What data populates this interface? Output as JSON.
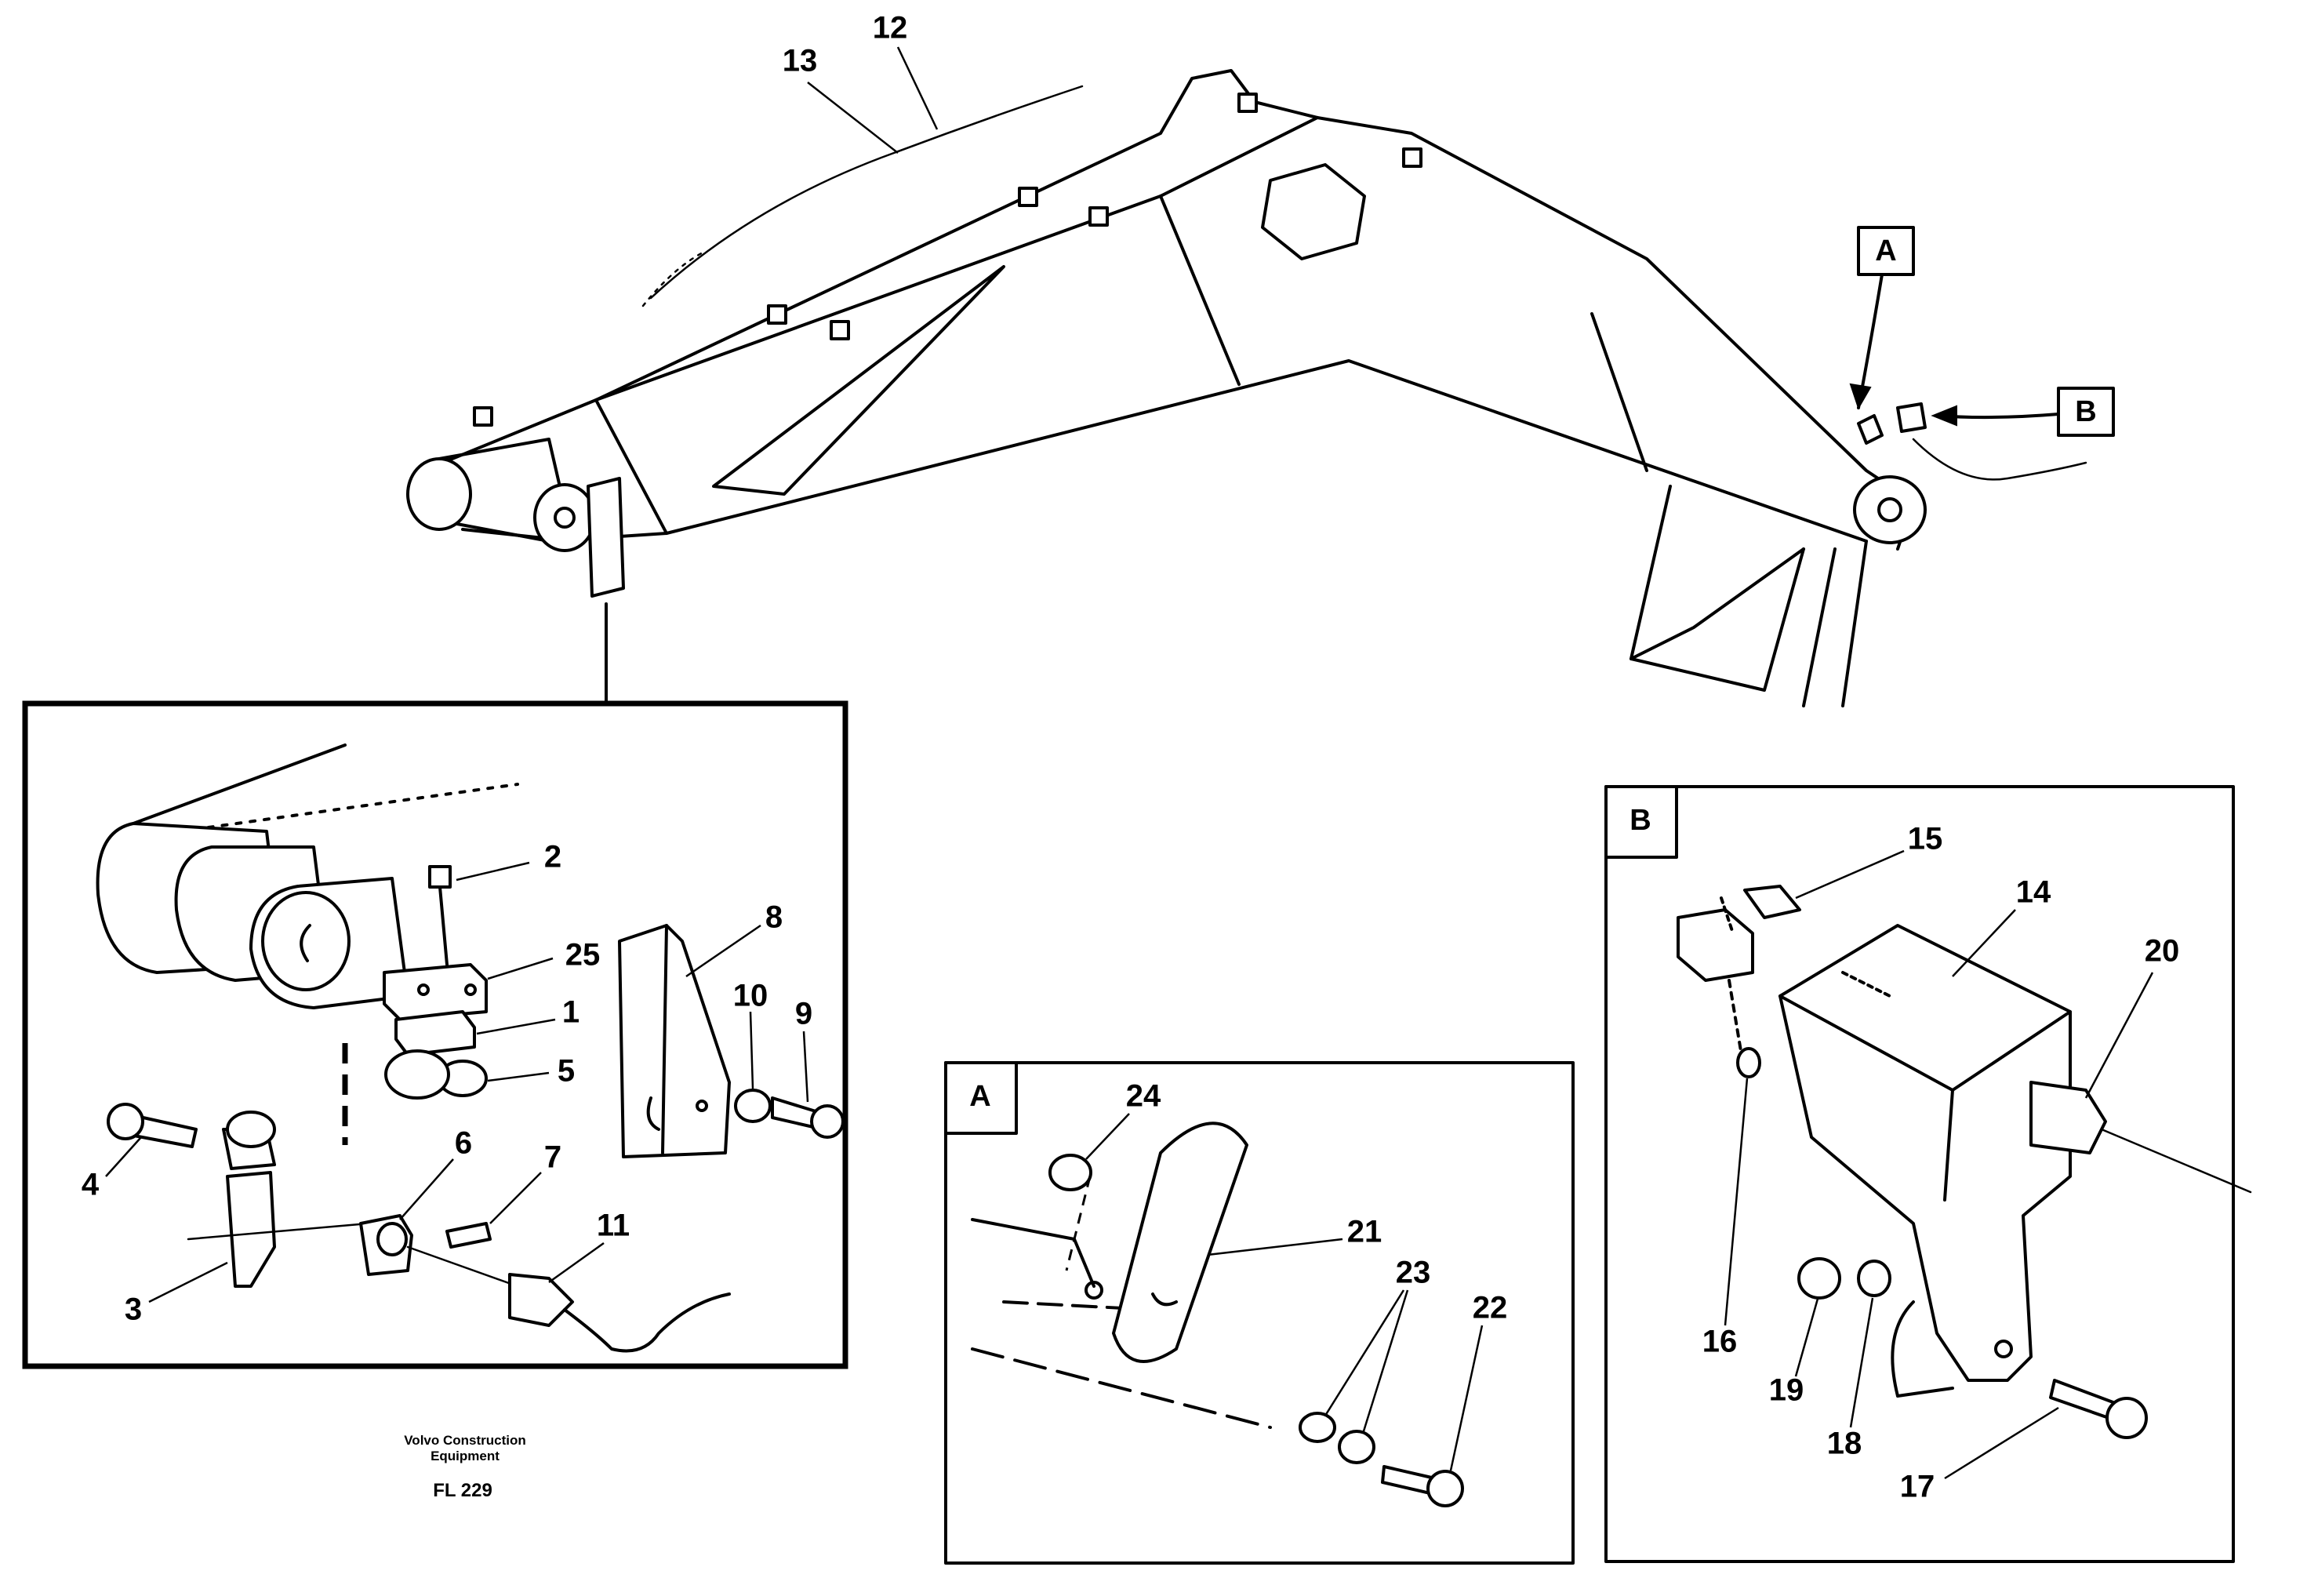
{
  "caption": {
    "company_line1": "Volvo Construction",
    "company_line2": "Equipment",
    "figure_id": "FL 229"
  },
  "detail_views": {
    "view_a": "A",
    "view_b": "B"
  },
  "callouts": {
    "c1": "1",
    "c2": "2",
    "c3": "3",
    "c4": "4",
    "c5": "5",
    "c6": "6",
    "c7": "7",
    "c8": "8",
    "c9": "9",
    "c10": "10",
    "c11": "11",
    "c12": "12",
    "c13": "13",
    "c14": "14",
    "c15": "15",
    "c16": "16",
    "c17": "17",
    "c18": "18",
    "c19": "19",
    "c20": "20",
    "c21": "21",
    "c22": "22",
    "c23": "23",
    "c24": "24",
    "c25": "25"
  }
}
